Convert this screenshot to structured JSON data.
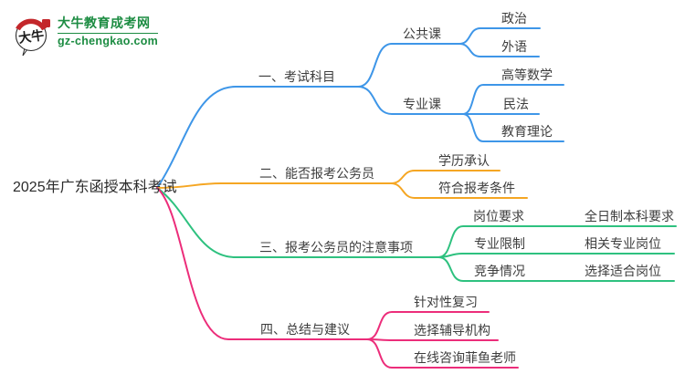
{
  "palette": {
    "branch1": "#3E96E8",
    "branch2": "#F5A623",
    "branch3": "#2EC17F",
    "branch4": "#EC2D7A",
    "logo_green": "#1C8C42",
    "seal_red": "#C3272B",
    "text": "#3D3D3D"
  },
  "logo": {
    "icon_text": "大牛",
    "site_name": "大牛教育成考网",
    "site_url": "gz-chengkao.com"
  },
  "mindmap": {
    "root": {
      "label": "2025年广东函授本科考试"
    },
    "branches": [
      {
        "label": "一、考试科目",
        "children": [
          {
            "label": "公共课",
            "children": [
              {
                "label": "政治"
              },
              {
                "label": "外语"
              }
            ]
          },
          {
            "label": "专业课",
            "children": [
              {
                "label": "高等数学"
              },
              {
                "label": "民法"
              },
              {
                "label": "教育理论"
              }
            ]
          }
        ]
      },
      {
        "label": "二、能否报考公务员",
        "children": [
          {
            "label": "学历承认"
          },
          {
            "label": "符合报考条件"
          }
        ]
      },
      {
        "label": "三、报考公务员的注意事项",
        "children": [
          {
            "label": "岗位要求",
            "children": [
              {
                "label": "全日制本科要求"
              }
            ]
          },
          {
            "label": "专业限制",
            "children": [
              {
                "label": "相关专业岗位"
              }
            ]
          },
          {
            "label": "竞争情况",
            "children": [
              {
                "label": "选择适合岗位"
              }
            ]
          }
        ]
      },
      {
        "label": "四、总结与建议",
        "children": [
          {
            "label": "针对性复习"
          },
          {
            "label": "选择辅导机构"
          },
          {
            "label": "在线咨询菲鱼老师"
          }
        ]
      }
    ]
  }
}
